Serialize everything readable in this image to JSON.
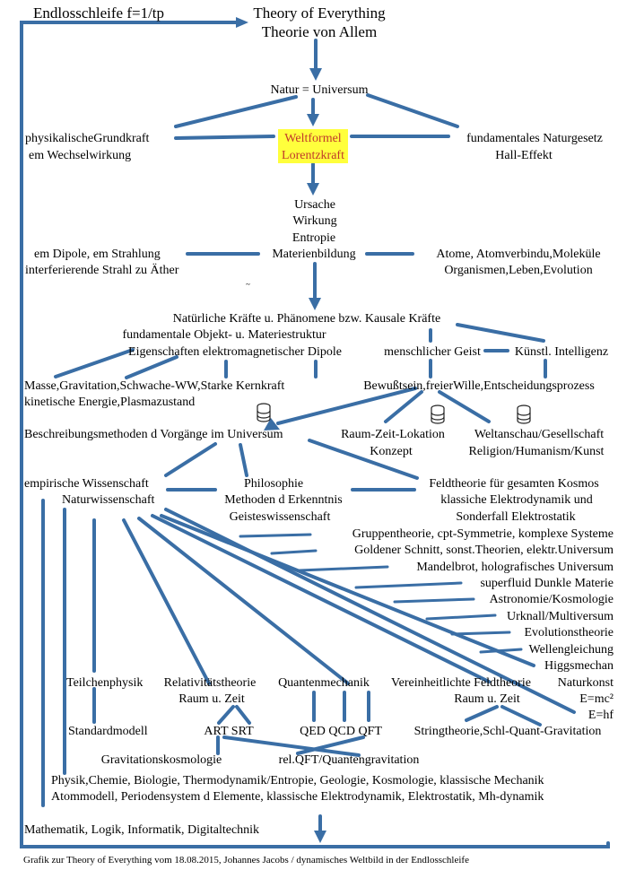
{
  "header": {
    "loop_label": "Endlosschleife  f=1/tp",
    "title_en": "Theory of Everything",
    "title_de": "Theorie von Allem"
  },
  "nodes": {
    "natur": "Natur = Universum",
    "grundkraft_1": "physikalischeGrundkraft",
    "grundkraft_2": "em Wechselwirkung",
    "weltformel_1": "Weltformel",
    "weltformel_2": "Lorentzkraft",
    "naturgesetz_1": "fundamentales Naturgesetz",
    "naturgesetz_2": "Hall-Effekt",
    "ursache": "Ursache",
    "wirkung": "Wirkung",
    "entropie": "Entropie",
    "materienbildung": "Materienbildung",
    "dipole_1": "em Dipole, em Strahlung",
    "dipole_2": "interferierende Strahl zu Äther",
    "atome_1": "Atome, Atomverbindu,Moleküle",
    "atome_2": "Organismen,Leben,Evolution",
    "tilde": "~",
    "kraefte": "Natürliche Kräfte u. Phänomene bzw. Kausale Kräfte",
    "objekt": "fundamentale Objekt- u. Materiestruktur",
    "eigenschaften": "Eigenschaften elektromagnetischer Dipole",
    "geist": "menschlicher Geist",
    "ki": "Künstl. Intelligenz",
    "masse_1": "Masse,Gravitation,Schwache-WW,Starke Kernkraft",
    "masse_2": "kinetische Energie,Plasmazustand",
    "bewusstsein": "Bewußtsein,freierWille,Entscheidungsprozess",
    "beschreibung": "Beschreibungsmethoden d Vorgänge im Universum",
    "raumzeit_1": "Raum-Zeit-Lokation",
    "raumzeit_2": "Konzept",
    "weltanschau_1": "Weltanschau/Gesellschaft",
    "weltanschau_2": "Religion/Humanism/Kunst",
    "empirisch_1": "empirische Wissenschaft",
    "empirisch_2": "Naturwissenschaft",
    "philosophie_1": "Philosophie",
    "philosophie_2": "Methoden d Erkenntnis",
    "philosophie_3": "Geisteswissenschaft",
    "feldtheorie_1": "Feldtheorie für gesamten Kosmos",
    "feldtheorie_2": "klassiche Elektrodynamik und",
    "feldtheorie_3": "Sonderfall  Elektrostatik",
    "gruppentheorie": "Gruppentheorie, cpt-Symmetrie, komplexe Systeme",
    "schnitt": "Goldener Schnitt, sonst.Theorien, elektr.Universum",
    "mandelbrot": "Mandelbrot, holografisches Universum",
    "superfluid": "superfluid Dunkle Materie",
    "astronomie": "Astronomie/Kosmologie",
    "urknall": "Urknall/Multiversum",
    "evolution": "Evolutionstheorie",
    "wellen": "Wellengleichung",
    "higgs": "Higgsmechan",
    "naturkonst": "Naturkonst",
    "emc": "E=mc²",
    "ehf": "E=hf",
    "teilchen": "Teilchenphysik",
    "relativ": "Relativitätstheorie",
    "raum_zeit_a": "Raum u. Zeit",
    "quanten": "Quantenmechanik",
    "vereinheit": "Vereinheitlichte Feldtheorie",
    "raum_zeit_b": "Raum u. Zeit",
    "standard": "Standardmodell",
    "art_srt": "ART SRT",
    "qed": "QED QCD QFT",
    "string": "Stringtheorie,Schl-Quant-Gravitation",
    "gravkosmo": "Gravitationskosmologie",
    "relqft": "rel.QFT/Quantengravitation",
    "physik_1": "Physik,Chemie, Biologie, Thermodynamik/Entropie, Geologie, Kosmologie, klassische Mechanik",
    "physik_2": "Atommodell, Periodensystem d Elemente, klassische Elektrodynamik, Elektrostatik, Mh-dynamik",
    "mathematik": "Mathematik, Logik, Informatik, Digitaltechnik"
  },
  "footer": "Grafik zur Theory of Everything vom 18.08.2015, Johannes Jacobs / dynamisches Weltbild in der Endlosschleife",
  "colors": {
    "line": "#3a6ea5",
    "highlight": "#ffff3c",
    "highlight_text": "#c0392b"
  },
  "icons": [
    "database-icon",
    "database-icon",
    "database-icon",
    "database-icon"
  ]
}
